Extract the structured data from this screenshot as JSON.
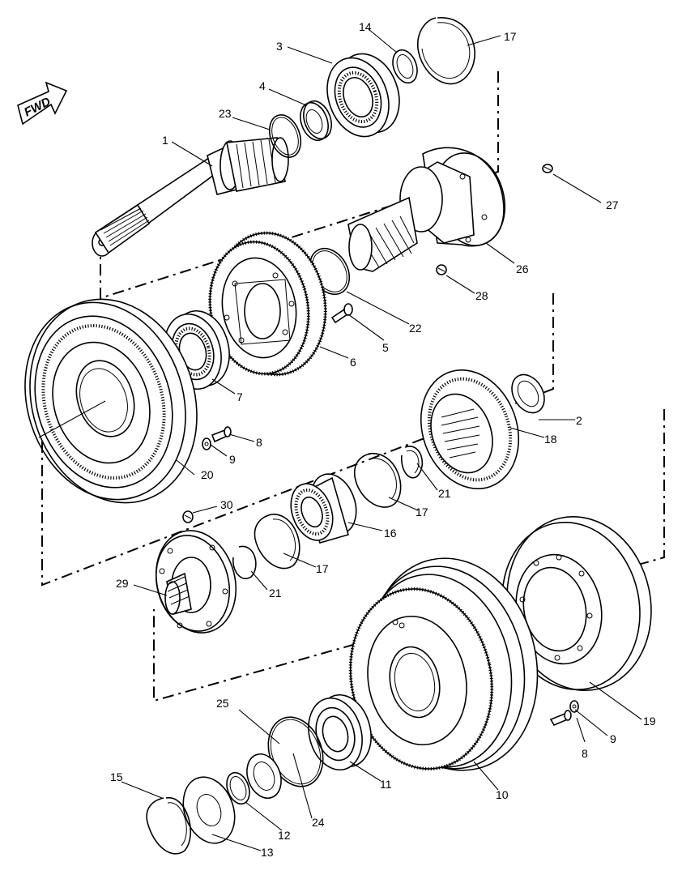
{
  "direction_indicator": {
    "label": "FWD"
  },
  "callouts": {
    "p1": "1",
    "p2": "2",
    "p3": "3",
    "p4": "4",
    "p5": "5",
    "p6": "6",
    "p7": "7",
    "p8a": "8",
    "p8b": "8",
    "p9a": "9",
    "p9b": "9",
    "p10": "10",
    "p11": "11",
    "p12": "12",
    "p13": "13",
    "p14": "14",
    "p15": "15",
    "p16": "16",
    "p17a": "17",
    "p17b": "17",
    "p17c": "17",
    "p18": "18",
    "p19": "19",
    "p20": "20",
    "p21a": "21",
    "p21b": "21",
    "p22": "22",
    "p23": "23",
    "p24": "24",
    "p25": "25",
    "p26": "26",
    "p27": "27",
    "p28": "28",
    "p29": "29",
    "p30": "30"
  }
}
